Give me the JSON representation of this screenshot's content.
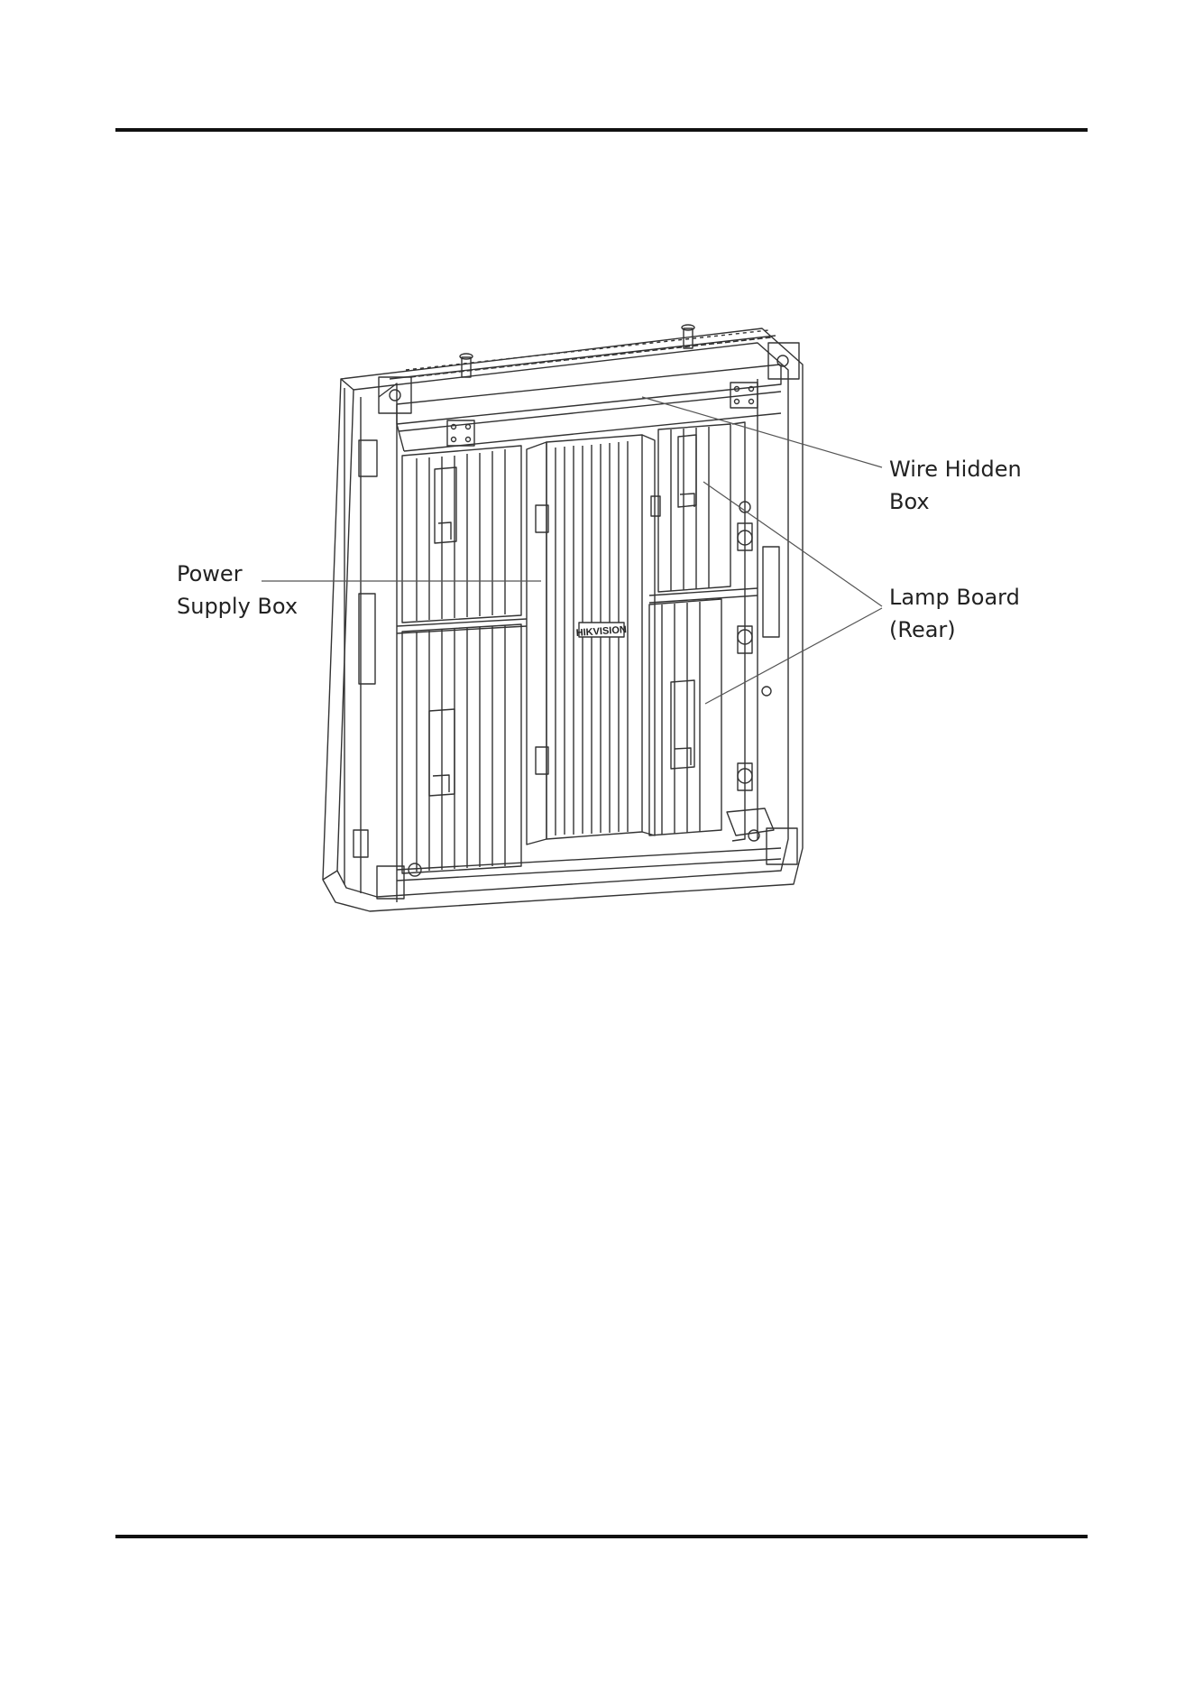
{
  "callouts": {
    "wire_hidden_box": {
      "line1": "Wire Hidden",
      "line2": "Box"
    },
    "power_supply_box": {
      "line1": "Power",
      "line2": "Supply Box"
    },
    "lamp_board_rear": {
      "line1": "Lamp Board",
      "line2": "(Rear)"
    }
  },
  "device": {
    "brand_mark": "HIKVISION"
  },
  "colors": {
    "line": "#333333",
    "rule": "#111111"
  }
}
